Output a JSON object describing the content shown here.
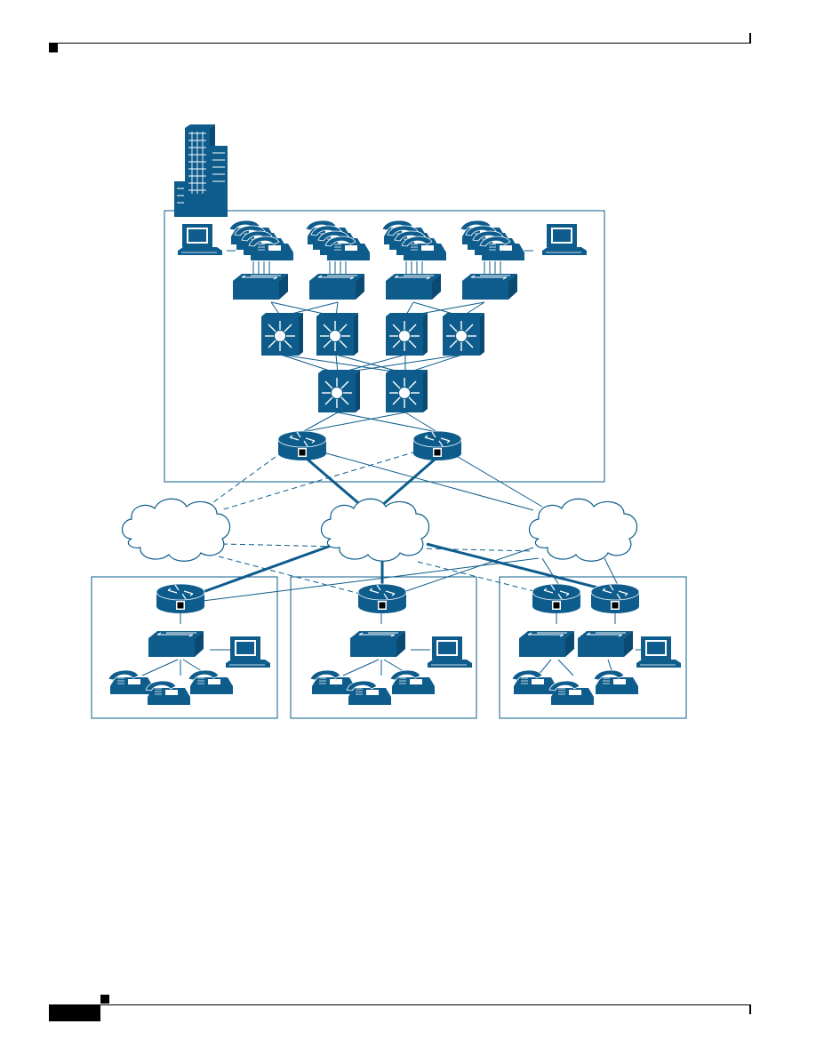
{
  "colors": {
    "device": "#0d5c8c",
    "device_highlight": "#ffffff",
    "link": "#0d5c8c",
    "border": "#0d5c8c",
    "page_rule": "#000000"
  },
  "diagram": {
    "headquarters": {
      "icons": [
        "building-icon",
        "pc-icon",
        "ip-phone-icon",
        "access-switch-icon",
        "multilayer-switch-icon",
        "router-icon"
      ]
    },
    "wan_clouds": [
      "cloud-left",
      "cloud-center",
      "cloud-right"
    ],
    "branches": [
      {
        "name": "branch-1",
        "routers": 1,
        "switches": 1,
        "phones": 3,
        "pcs": 1
      },
      {
        "name": "branch-2",
        "routers": 1,
        "switches": 1,
        "phones": 3,
        "pcs": 1
      },
      {
        "name": "branch-3",
        "routers": 2,
        "switches": 2,
        "phones": 3,
        "pcs": 1
      }
    ],
    "link_styles": [
      "thick-solid",
      "thin-solid",
      "dashed"
    ]
  }
}
